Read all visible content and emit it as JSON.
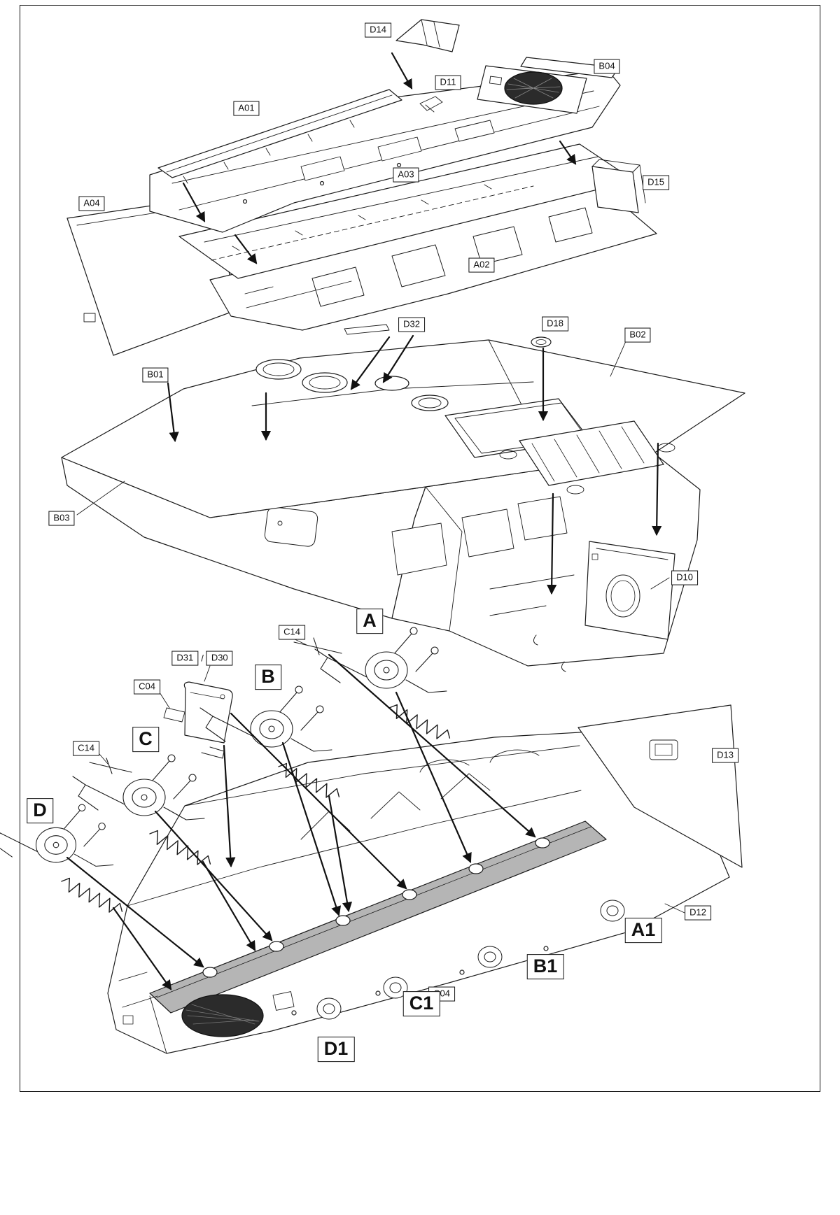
{
  "part_labels": {
    "d14": "D14",
    "b04": "B04",
    "d11": "D11",
    "a01": "A01",
    "a03": "A03",
    "d15": "D15",
    "a04": "A04",
    "a02": "A02",
    "d32": "D32",
    "d18": "D18",
    "b02": "B02",
    "b01": "B01",
    "b03": "B03",
    "d10": "D10",
    "c14_upper": "C14",
    "d31": "D31",
    "d31_d30_separator": "/",
    "d30": "D30",
    "c04_upper": "C04",
    "c14_lower": "C14",
    "d13": "D13",
    "d12": "D12",
    "c04_lower": "C04"
  },
  "step_labels": {
    "a": "A",
    "b": "B",
    "c": "C",
    "d": "D",
    "a1": "A1",
    "b1": "B1",
    "c1": "C1",
    "d1": "D1"
  }
}
